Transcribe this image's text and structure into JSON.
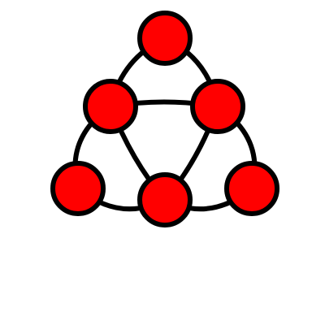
{
  "graph": {
    "node_color": "#ff0000",
    "stroke_color": "#000000",
    "background_color": "#ffffff",
    "nodes": [
      {
        "id": "top"
      },
      {
        "id": "upper-left"
      },
      {
        "id": "upper-right"
      },
      {
        "id": "lower-left"
      },
      {
        "id": "bottom-center"
      },
      {
        "id": "lower-right"
      }
    ],
    "edges": [
      {
        "from": "top",
        "to": "upper-left"
      },
      {
        "from": "top",
        "to": "upper-right"
      },
      {
        "from": "upper-left",
        "to": "upper-right"
      },
      {
        "from": "upper-left",
        "to": "lower-left"
      },
      {
        "from": "upper-left",
        "to": "bottom-center"
      },
      {
        "from": "upper-right",
        "to": "bottom-center"
      },
      {
        "from": "upper-right",
        "to": "lower-right"
      },
      {
        "from": "lower-left",
        "to": "bottom-center"
      },
      {
        "from": "bottom-center",
        "to": "lower-right"
      }
    ]
  }
}
